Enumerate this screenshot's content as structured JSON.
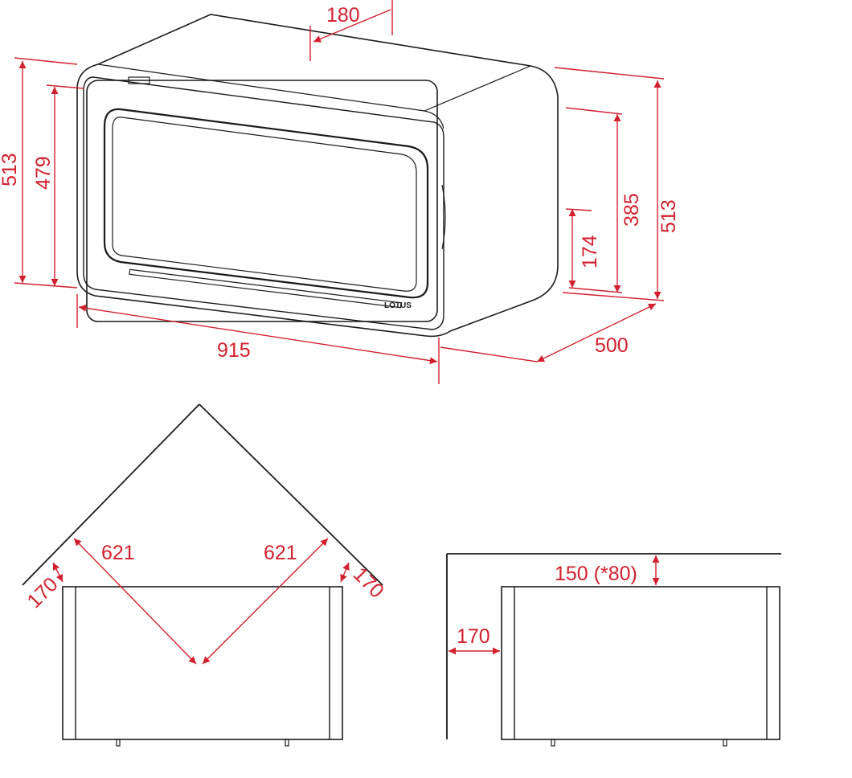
{
  "colors": {
    "dimension": "#d3202e",
    "outline": "#1a1a1a",
    "background": "#ffffff"
  },
  "product": {
    "brand": "LOTUS"
  },
  "dimensions": {
    "depth_top": "180",
    "height_left_outer": "513",
    "height_left_inner": "479",
    "width": "915",
    "depth": "500",
    "height_right_outer": "513",
    "height_right_inner": "385",
    "height_right_low": "174"
  },
  "corner_view": {
    "diag_left": "621",
    "diag_right": "621",
    "side_left": "170",
    "side_right": "170"
  },
  "wall_view": {
    "top_clearance": "150 (*80)",
    "side_clearance": "170"
  }
}
